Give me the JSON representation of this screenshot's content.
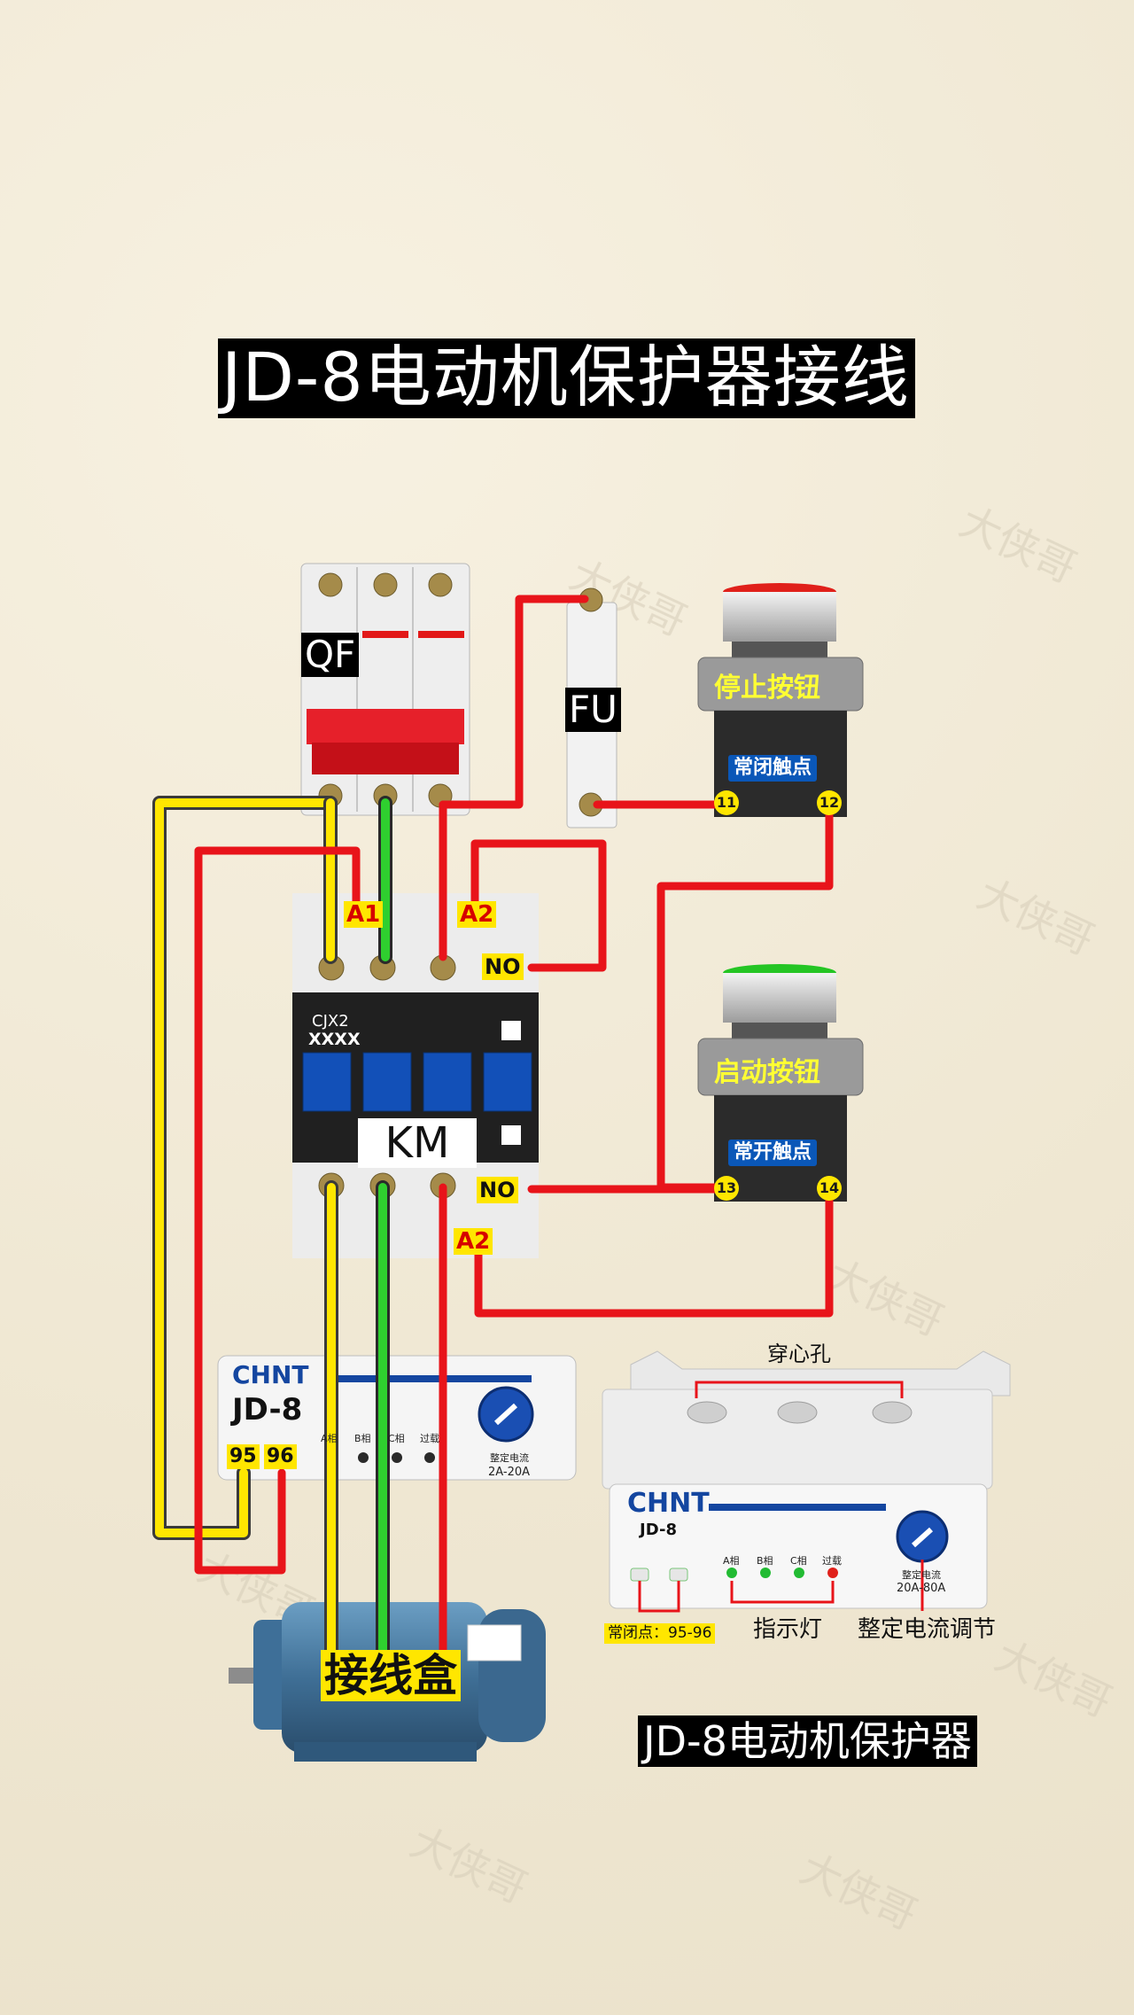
{
  "title": "JD-8电动机保护器接线",
  "subtitle": "JD-8电动机保护器",
  "watermark": "大侠哥",
  "labels": {
    "qf": "QF",
    "fu": "FU",
    "km": "KM",
    "a1": "A1",
    "a2_top": "A2",
    "a2_bottom": "A2",
    "no_top": "NO",
    "no_bottom": "NO",
    "cjx2": "CJX2",
    "xxxx": "XXXX",
    "stop_button": "停止按钮",
    "start_button": "启动按钮",
    "nc_contact": "常闭触点",
    "no_contact": "常开触点",
    "terminal_11": "11",
    "terminal_12": "12",
    "terminal_13": "13",
    "terminal_14": "14",
    "junction_box": "接线盒",
    "term_95": "95",
    "term_96": "96"
  },
  "protector_small": {
    "brand": "CHNT",
    "model": "JD-8",
    "phases": [
      "A相",
      "B相",
      "C相",
      "过载"
    ],
    "current_label": "整定电流",
    "current_range": "2A-20A"
  },
  "protector_large": {
    "brand": "CHNT",
    "model": "JD-8",
    "phases": [
      "A相",
      "B相",
      "C相",
      "过载"
    ],
    "current_label": "整定电流",
    "current_range": "20A-80A",
    "annotations": {
      "through_hole": "穿心孔",
      "nc_points": "常闭点：95-96",
      "indicator": "指示灯",
      "current_adjust": "整定电流调节"
    }
  },
  "colors": {
    "wire_yellow": "#ffe600",
    "wire_green": "#2fcf2f",
    "wire_red": "#e8141a",
    "label_yellow": "#ffe600",
    "tag_blue": "#0a57b8",
    "brand_blue": "#1446a0"
  }
}
